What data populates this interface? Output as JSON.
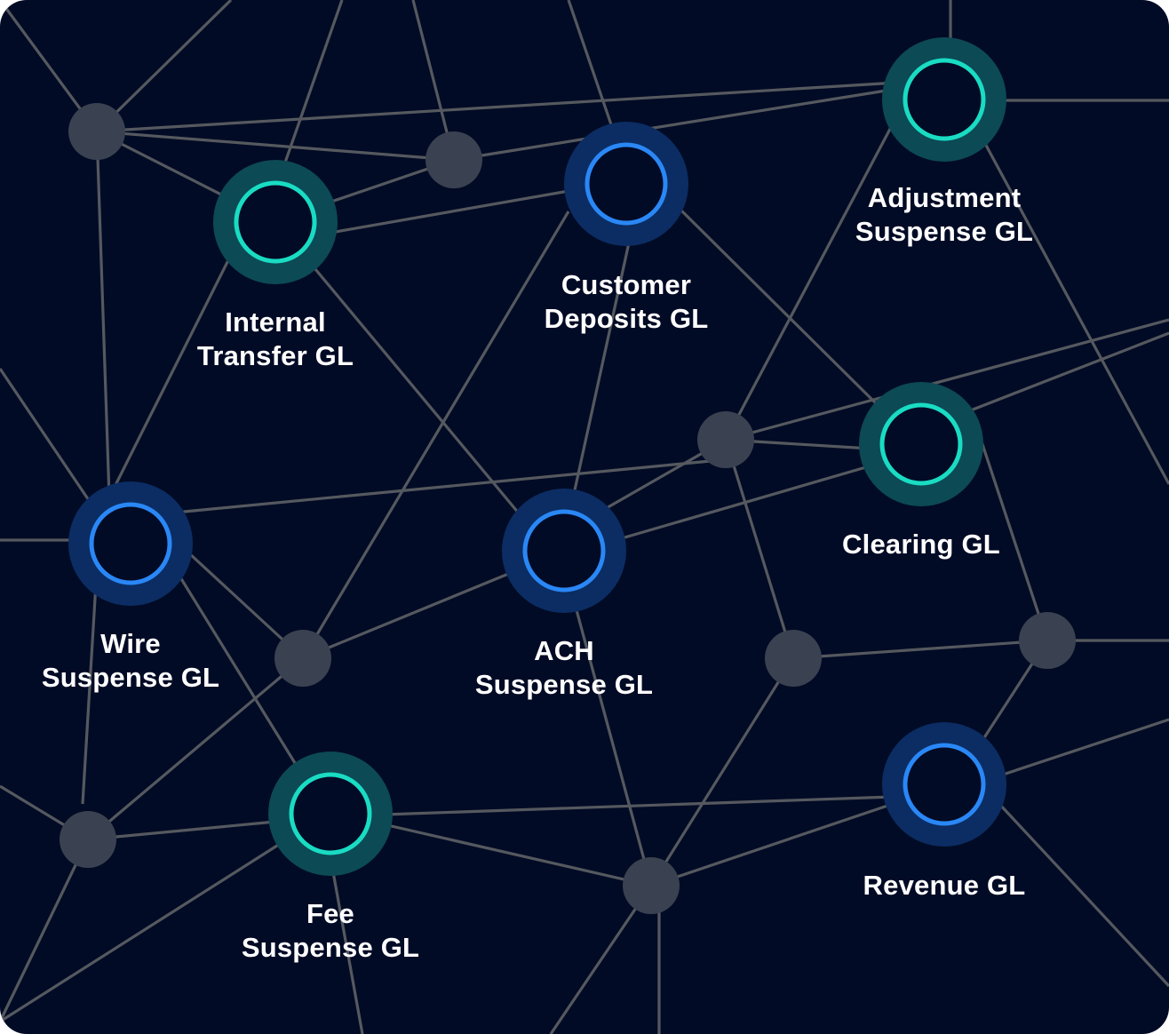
{
  "colors": {
    "background": "#020b25",
    "edge": "#55595f",
    "junction": "#3a4150",
    "teal_halo": "#0c4a55",
    "teal_ring": "#19dcc3",
    "blue_halo": "#0b2d63",
    "blue_ring": "#2a87f6",
    "node_center": "#020b25",
    "label_text": "#ffffff"
  },
  "nodes": [
    {
      "id": "internal-transfer",
      "variant": "teal",
      "lines": [
        "Internal",
        "Transfer GL"
      ]
    },
    {
      "id": "customer-deposits",
      "variant": "blue",
      "lines": [
        "Customer",
        "Deposits GL"
      ]
    },
    {
      "id": "adjustment-suspense",
      "variant": "teal",
      "lines": [
        "Adjustment",
        "Suspense GL"
      ]
    },
    {
      "id": "clearing",
      "variant": "teal",
      "lines": [
        "Clearing GL"
      ]
    },
    {
      "id": "wire-suspense",
      "variant": "blue",
      "lines": [
        "Wire",
        "Suspense GL"
      ]
    },
    {
      "id": "ach-suspense",
      "variant": "blue",
      "lines": [
        "ACH",
        "Suspense GL"
      ]
    },
    {
      "id": "fee-suspense",
      "variant": "teal",
      "lines": [
        "Fee",
        "Suspense GL"
      ]
    },
    {
      "id": "revenue",
      "variant": "blue",
      "lines": [
        "Revenue GL"
      ]
    }
  ]
}
